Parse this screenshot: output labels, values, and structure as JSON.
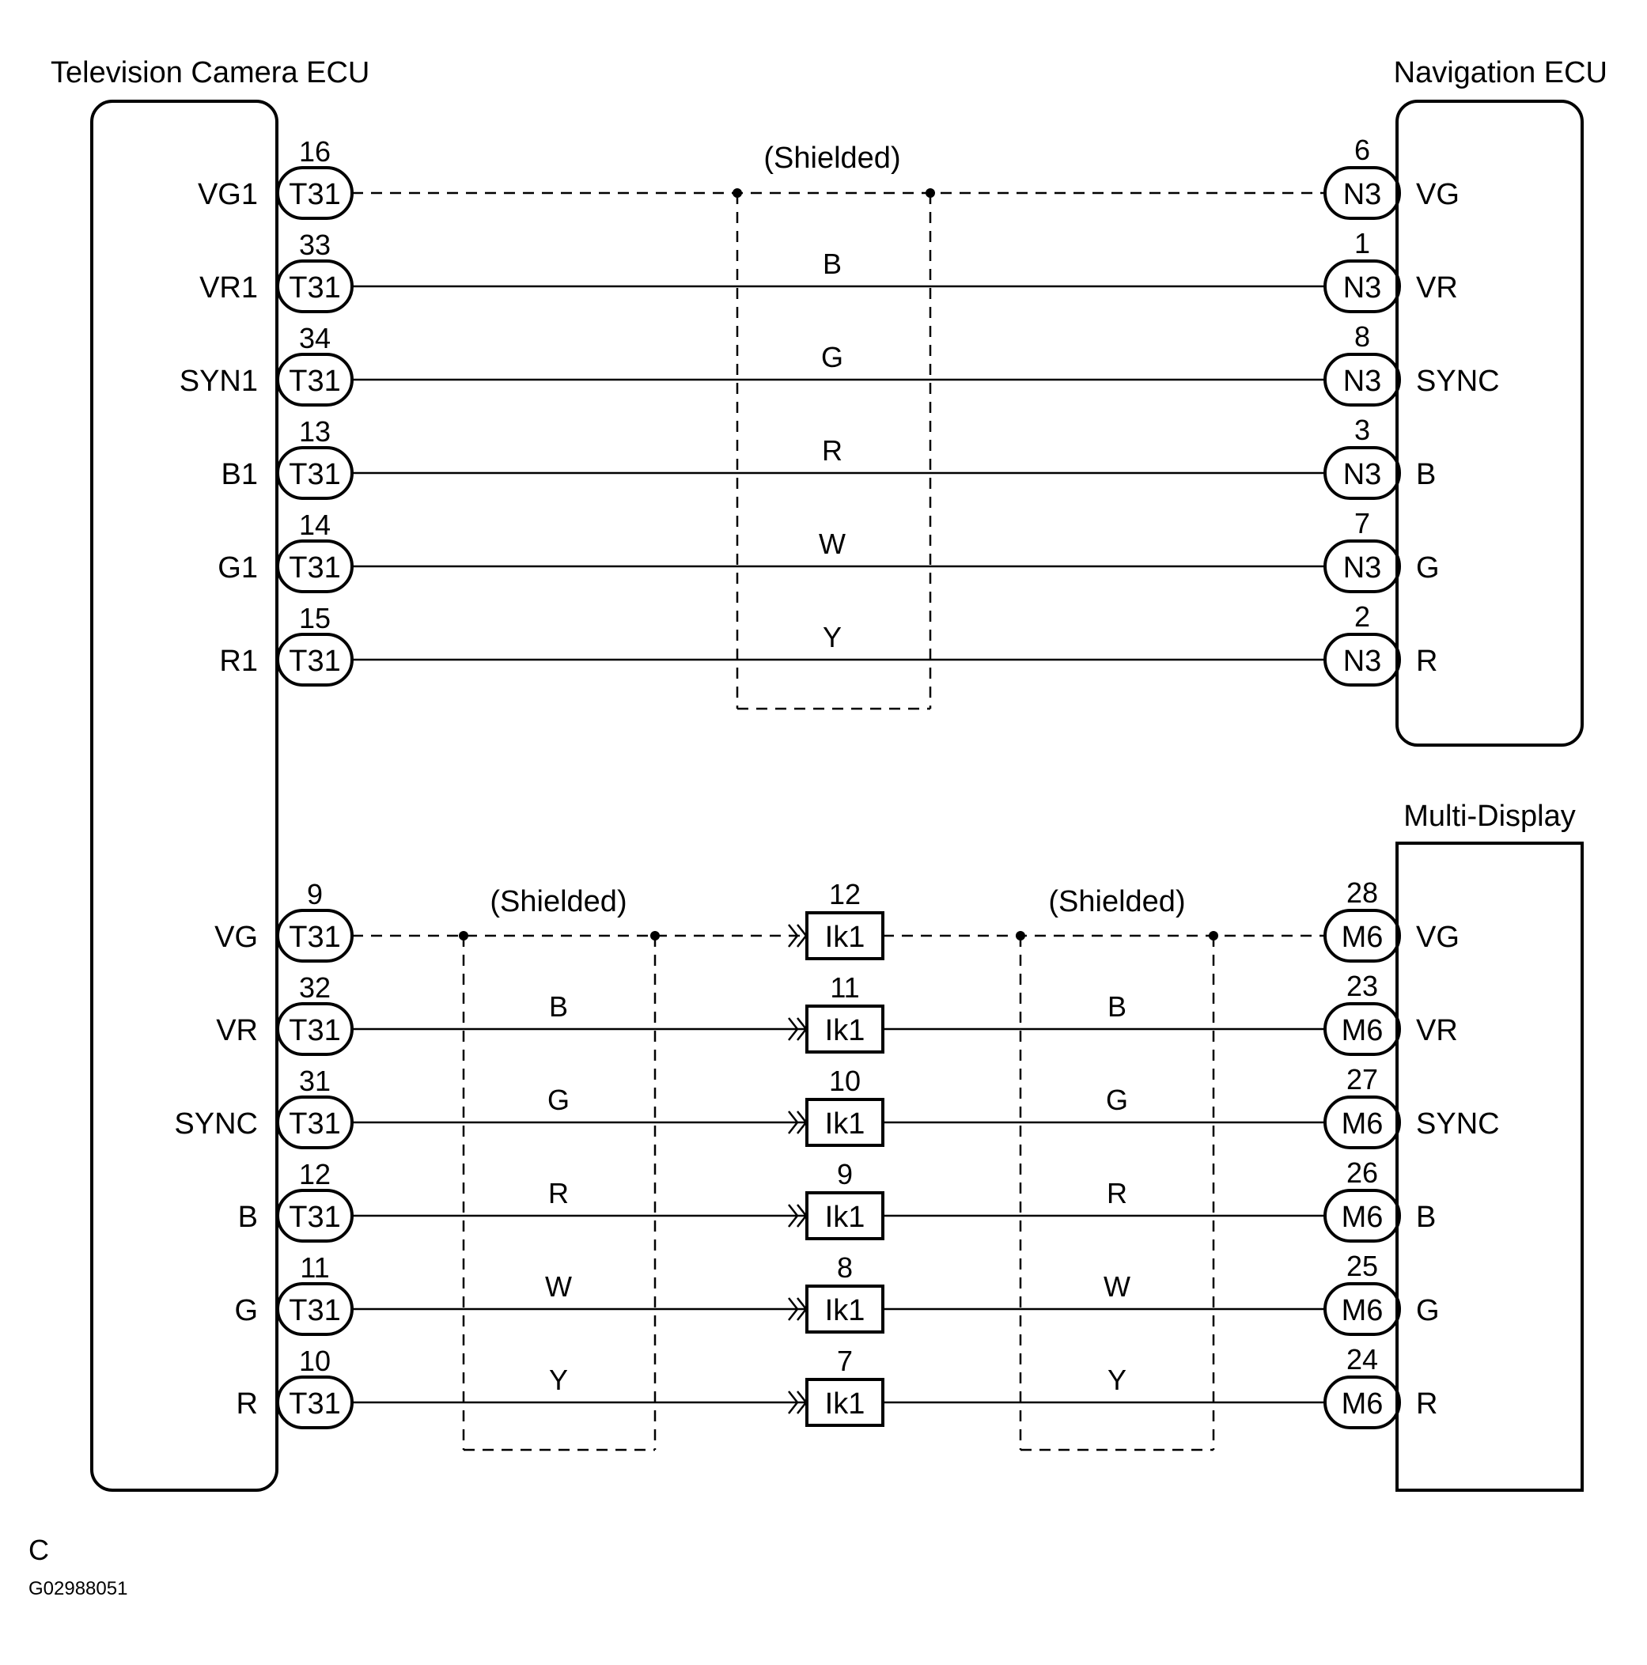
{
  "components": {
    "tv_camera_ecu": {
      "title": "Television Camera ECU"
    },
    "navigation_ecu": {
      "title": "Navigation ECU"
    },
    "multi_display": {
      "title": "Multi-Display"
    }
  },
  "shield_label": "(Shielded)",
  "nav_circuits": [
    {
      "left_pin": "VG1",
      "left_num": "16",
      "left_conn": "T31",
      "right_conn": "N3",
      "right_num": "6",
      "right_pin": "VG",
      "wire": "",
      "shielded": true
    },
    {
      "left_pin": "VR1",
      "left_num": "33",
      "left_conn": "T31",
      "right_conn": "N3",
      "right_num": "1",
      "right_pin": "VR",
      "wire": "B",
      "shielded": false
    },
    {
      "left_pin": "SYN1",
      "left_num": "34",
      "left_conn": "T31",
      "right_conn": "N3",
      "right_num": "8",
      "right_pin": "SYNC",
      "wire": "G",
      "shielded": false
    },
    {
      "left_pin": "B1",
      "left_num": "13",
      "left_conn": "T31",
      "right_conn": "N3",
      "right_num": "3",
      "right_pin": "B",
      "wire": "R",
      "shielded": false
    },
    {
      "left_pin": "G1",
      "left_num": "14",
      "left_conn": "T31",
      "right_conn": "N3",
      "right_num": "7",
      "right_pin": "G",
      "wire": "W",
      "shielded": false
    },
    {
      "left_pin": "R1",
      "left_num": "15",
      "left_conn": "T31",
      "right_conn": "N3",
      "right_num": "2",
      "right_pin": "R",
      "wire": "Y",
      "shielded": false
    }
  ],
  "display_circuits": [
    {
      "left_pin": "VG",
      "left_num": "9",
      "left_conn": "T31",
      "mid_num": "12",
      "mid_conn": "Ik1",
      "right_conn": "M6",
      "right_num": "28",
      "right_pin": "VG",
      "wire_left": "",
      "wire_right": "",
      "shielded": true
    },
    {
      "left_pin": "VR",
      "left_num": "32",
      "left_conn": "T31",
      "mid_num": "11",
      "mid_conn": "Ik1",
      "right_conn": "M6",
      "right_num": "23",
      "right_pin": "VR",
      "wire_left": "B",
      "wire_right": "B",
      "shielded": false
    },
    {
      "left_pin": "SYNC",
      "left_num": "31",
      "left_conn": "T31",
      "mid_num": "10",
      "mid_conn": "Ik1",
      "right_conn": "M6",
      "right_num": "27",
      "right_pin": "SYNC",
      "wire_left": "G",
      "wire_right": "G",
      "shielded": false
    },
    {
      "left_pin": "B",
      "left_num": "12",
      "left_conn": "T31",
      "mid_num": "9",
      "mid_conn": "Ik1",
      "right_conn": "M6",
      "right_num": "26",
      "right_pin": "B",
      "wire_left": "R",
      "wire_right": "R",
      "shielded": false
    },
    {
      "left_pin": "G",
      "left_num": "11",
      "left_conn": "T31",
      "mid_num": "8",
      "mid_conn": "Ik1",
      "right_conn": "M6",
      "right_num": "25",
      "right_pin": "G",
      "wire_left": "W",
      "wire_right": "W",
      "shielded": false
    },
    {
      "left_pin": "R",
      "left_num": "10",
      "left_conn": "T31",
      "mid_num": "7",
      "mid_conn": "Ik1",
      "right_conn": "M6",
      "right_num": "24",
      "right_pin": "R",
      "wire_left": "Y",
      "wire_right": "Y",
      "shielded": false
    }
  ],
  "footer": {
    "letter": "C",
    "code": "G02988051"
  }
}
